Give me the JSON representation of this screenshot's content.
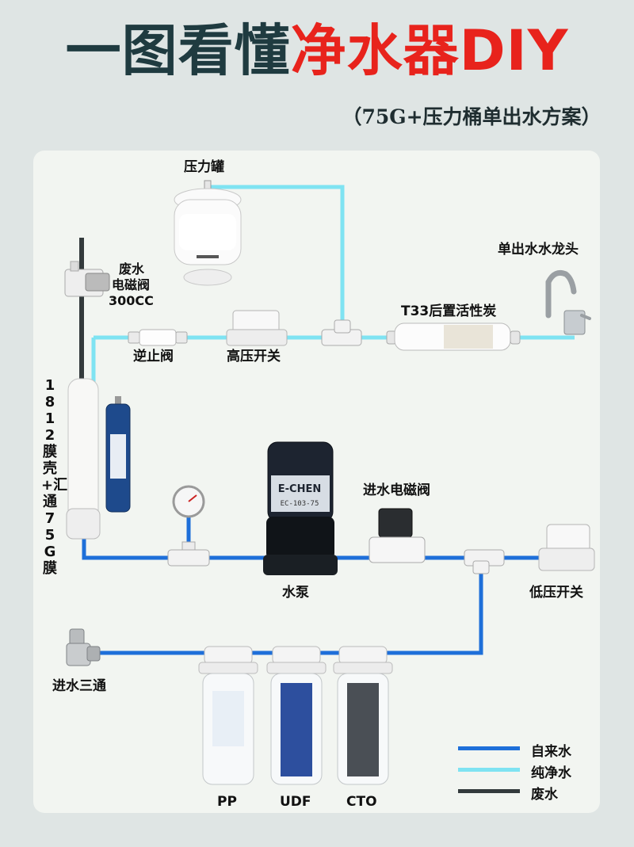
{
  "title": {
    "part1": "一图看懂",
    "part2": "净水器DIY"
  },
  "subtitle": "（75G+压力桶单出水方案）",
  "labels": {
    "pressure_tank": "压力罐",
    "faucet": "单出水水龙头",
    "waste_valve_line1": "废水",
    "waste_valve_line2": "电磁阀",
    "waste_valve_line3": "300CC",
    "check_valve": "逆止阀",
    "high_pressure_switch": "高压开关",
    "post_carbon": "T33后置活性炭",
    "membrane_housing": "1812膜壳+汇通75G膜",
    "inlet_solenoid": "进水电磁阀",
    "pump": "水泵",
    "low_pressure_switch": "低压开关",
    "inlet_tee": "进水三通",
    "filter_pp": "PP",
    "filter_udf": "UDF",
    "filter_cto": "CTO",
    "pump_text": "E-CHEN",
    "pump_model": "EC-103-75"
  },
  "legend": [
    {
      "label": "自来水",
      "color": "#1e6fd9"
    },
    {
      "label": "纯净水",
      "color": "#7fe3f2"
    },
    {
      "label": "废水",
      "color": "#333a3c"
    }
  ],
  "colors": {
    "tap_water": "#1e6fd9",
    "pure_water": "#7fe3f2",
    "waste_water": "#333a3c",
    "title_dark": "#1f3b40",
    "title_red": "#e8231c"
  }
}
